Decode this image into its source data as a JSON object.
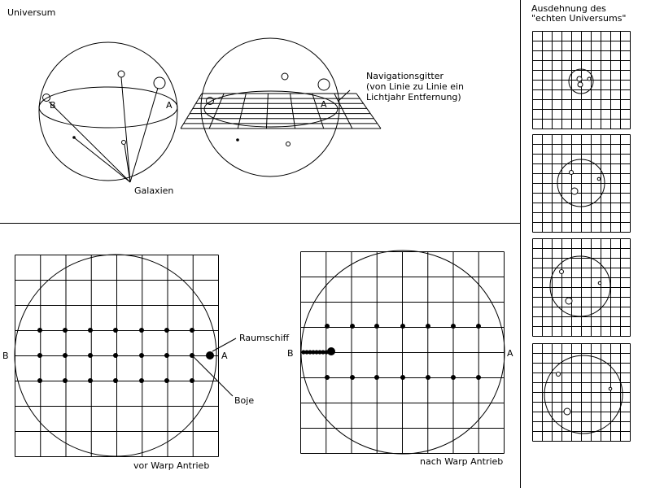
{
  "top": {
    "title": "Universum",
    "labels": {
      "b": "B",
      "a": "A",
      "a2": "A"
    },
    "galaxies_label": "Galaxien",
    "nav_grid_label": [
      "Navigationsgitter",
      "(von Linie zu Linie ein",
      "Lichtjahr Entfernung)"
    ]
  },
  "right": {
    "title_line1": "Ausdehnung des",
    "title_line2": "\"echten Universums\""
  },
  "bottom": {
    "left": {
      "b": "B",
      "a": "A",
      "spaceship": "Raumschiff",
      "buoy": "Boje",
      "caption": "vor Warp Antrieb"
    },
    "right": {
      "b": "B",
      "a": "A",
      "caption": "nach Warp Antrieb"
    }
  },
  "colors": {
    "line": "#000000",
    "background": "#ffffff"
  }
}
